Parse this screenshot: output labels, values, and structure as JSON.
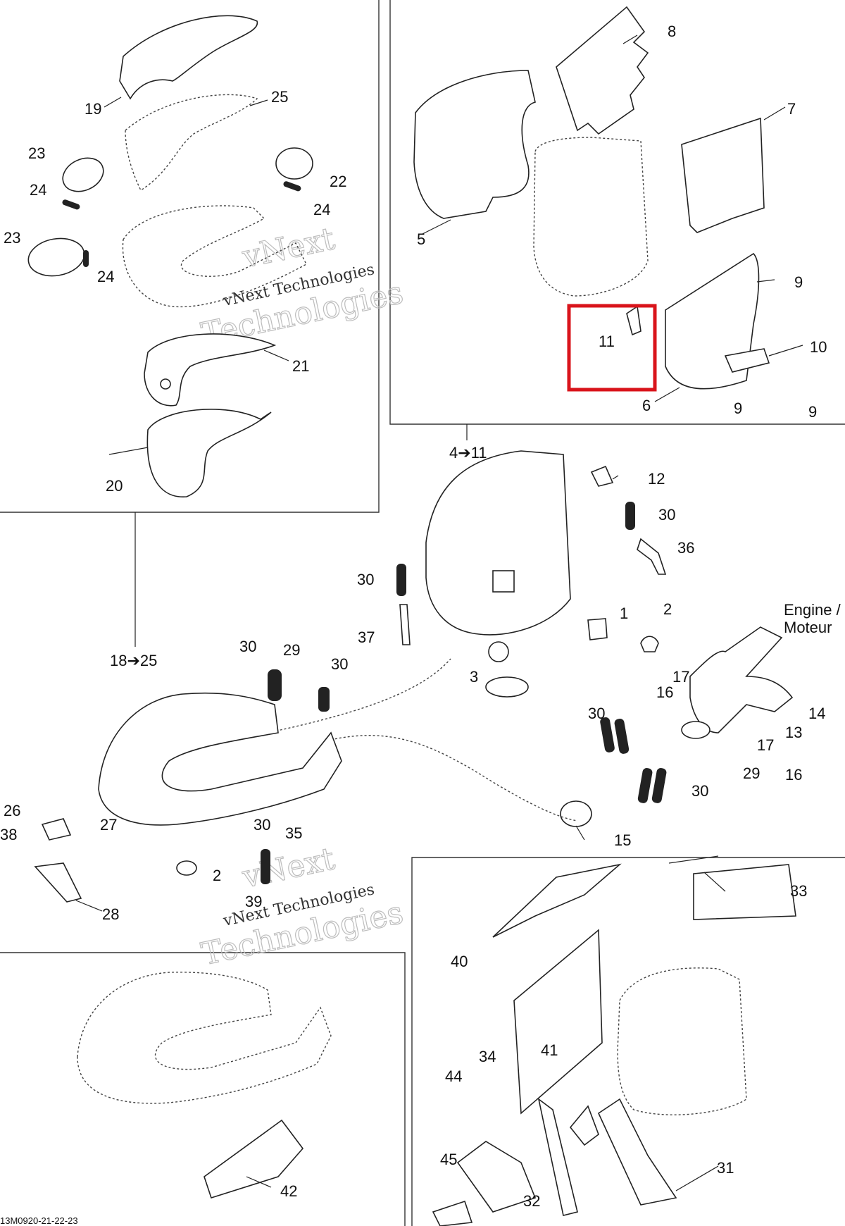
{
  "callouts": {
    "c1": "1",
    "c2a": "2",
    "c2b": "2",
    "c3": "3",
    "c4": "4➔11",
    "c5": "5",
    "c6": "6",
    "c7": "7",
    "c8": "8",
    "c9a": "9",
    "c9b": "9",
    "c9c": "9",
    "c10": "10",
    "c11": "11",
    "c12": "12",
    "c13": "13",
    "c14": "14",
    "c15": "15",
    "c16a": "16",
    "c16b": "16",
    "c17a": "17",
    "c17b": "17",
    "c18": "18➔25",
    "c19": "19",
    "c20": "20",
    "c21": "21",
    "c22": "22",
    "c23a": "23",
    "c23b": "23",
    "c24a": "24",
    "c24b": "24",
    "c24c": "24",
    "c25": "25",
    "c26": "26",
    "c27": "27",
    "c28": "28",
    "c29a": "29",
    "c29b": "29",
    "c30a": "30",
    "c30b": "30",
    "c30c": "30",
    "c30d": "30",
    "c30e": "30",
    "c30f": "30",
    "c31": "31",
    "c32": "32",
    "c33": "33",
    "c34": "34",
    "c35": "35",
    "c36": "36",
    "c37": "37",
    "c38": "38",
    "c39": "39",
    "c40": "40",
    "c41": "41",
    "c42": "42",
    "c44": "44",
    "c45": "45"
  },
  "engine_label": {
    "line1": "Engine /",
    "line2": "Moteur"
  },
  "watermark": {
    "line1": "vNext",
    "line2": "vNext Technologies",
    "line3": "Technologies"
  },
  "drawing_code": "13M0920-21-22-23",
  "highlight": {
    "color": "#d9141b",
    "target": "11"
  }
}
